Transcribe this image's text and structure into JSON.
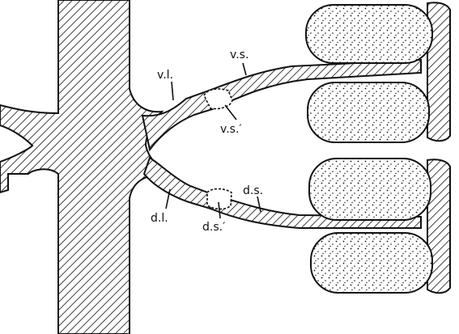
{
  "labels": {
    "vl": "v.l.",
    "vs": "v.s.",
    "vs_prime": "v.s.′",
    "dl": "d.l.",
    "ds": "d.s.",
    "ds_prime": "d.s.′"
  },
  "colors": {
    "ink": "#111111",
    "paper": "#ffffff"
  }
}
